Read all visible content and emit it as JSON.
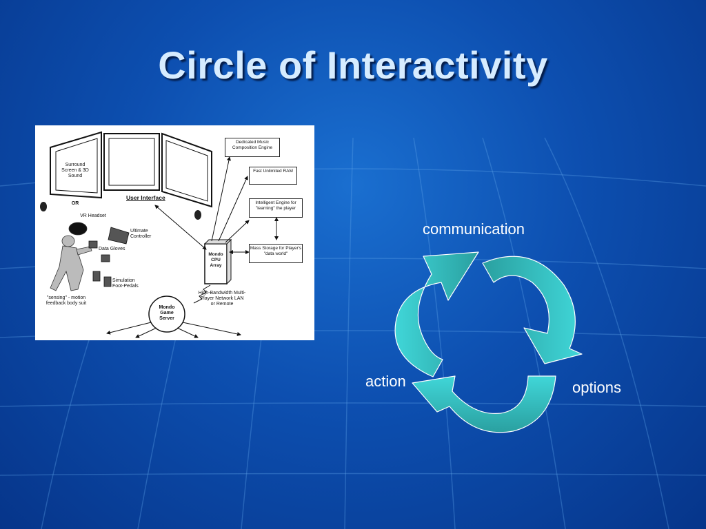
{
  "slide": {
    "title": "Circle of Interactivity"
  },
  "figure": {
    "surround": "Surround Screen & 3D Sound",
    "or": "OR",
    "user_interface": "User Interface",
    "vr_headset": "VR Headset",
    "ultimate_controller": "Ultimate Controller",
    "data_gloves": "Data Gloves",
    "foot_pedals": "Simulation Foot-Pedals",
    "body_suit": "\"sensing\" - motion feedback body suit",
    "music_engine": "Dedicated Music Composition Engine",
    "ram": "Fast Unlimited RAM",
    "intelligent_engine": "Intelligent Engine for \"learning\" the player",
    "mass_storage": "Mass Storage for Player's \"data world\"",
    "cpu": "Mondo CPU Array",
    "network": "High-Bandwidth Multi-Player Network LAN or Remote",
    "server": "Mondo Game Server"
  },
  "cycle": {
    "labels": [
      "communication",
      "options",
      "action"
    ],
    "colors": {
      "arrow_light": "#3fd0d4",
      "arrow_dark": "#2aa0a0",
      "outline": "#ffffff"
    }
  },
  "colors": {
    "background": "#0d4fb0",
    "title": "#d6ecff"
  }
}
